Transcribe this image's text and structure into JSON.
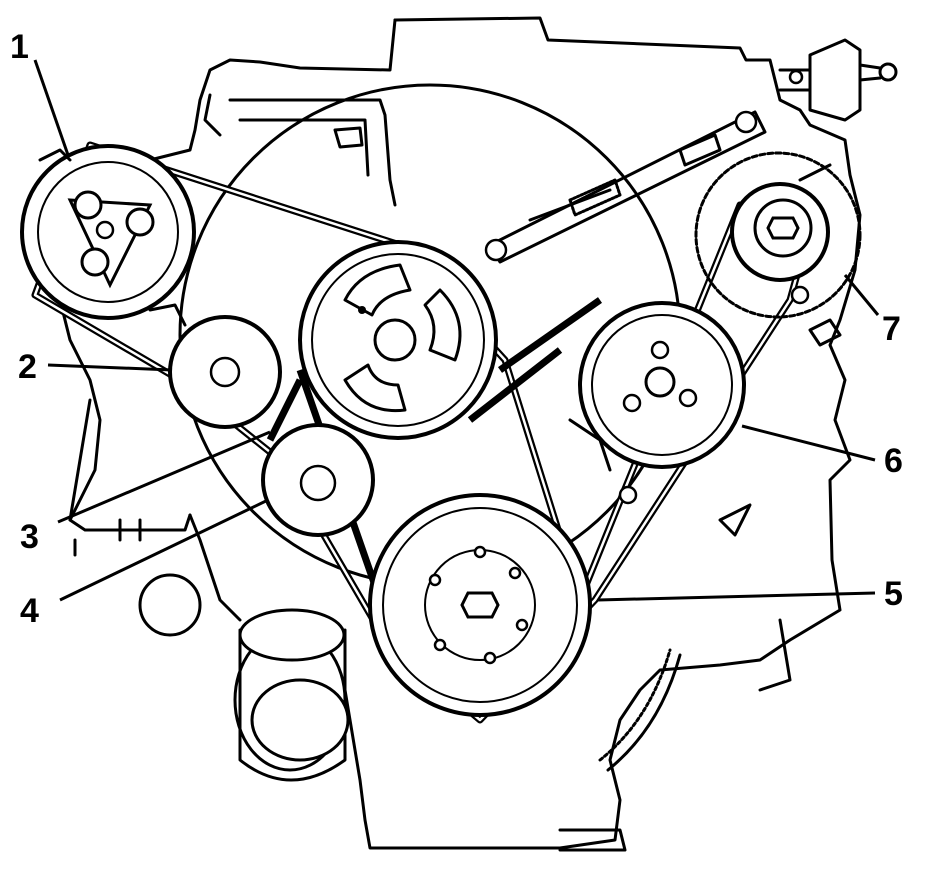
{
  "callouts": [
    {
      "id": "1",
      "label": "1"
    },
    {
      "id": "2",
      "label": "2"
    },
    {
      "id": "3",
      "label": "3"
    },
    {
      "id": "4",
      "label": "4"
    },
    {
      "id": "5",
      "label": "5"
    },
    {
      "id": "6",
      "label": "6"
    },
    {
      "id": "7",
      "label": "7"
    }
  ],
  "icons": {
    "engine": "engine-block-outline",
    "belt": "drive-belt",
    "pulleys": "pulley-circles"
  },
  "colors": {
    "ink": "#000000",
    "paper": "#ffffff"
  }
}
